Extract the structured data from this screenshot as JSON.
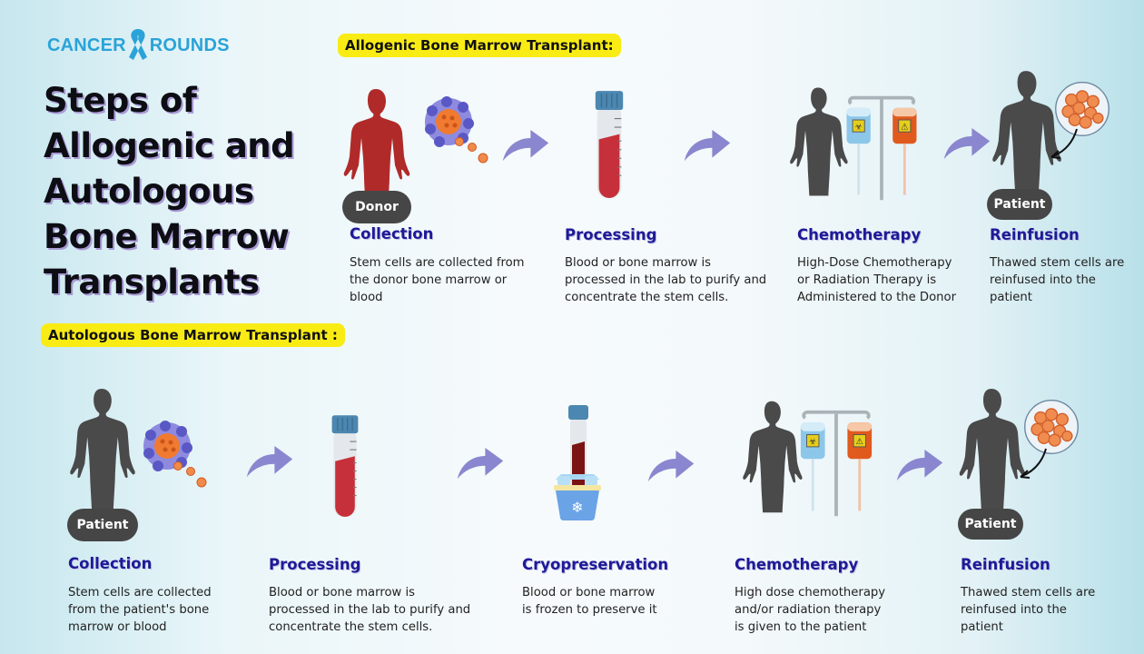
{
  "brand": {
    "left": "CANCER",
    "right": "ROUNDS",
    "icon": "awareness-ribbon-icon",
    "color": "#2aa3d8"
  },
  "title": {
    "lines": [
      "Steps of",
      "Allogenic and",
      "Autologous",
      "Bone Marrow",
      "Transplants"
    ]
  },
  "colors": {
    "step_title": "#1e1a96",
    "highlight": "#f9ec14",
    "arrow": "#8a86cf",
    "silhouette": "#4a4a4a",
    "donor": "#b02a2a"
  },
  "allogenic": {
    "label": "Allogenic Bone Marrow Transplant:",
    "steps": [
      {
        "title": "Collection",
        "desc": [
          "Stem cells are collected from",
          "the donor bone marrow or",
          "blood"
        ],
        "badge": "Donor",
        "icon": "donor-body-with-stem-cells"
      },
      {
        "title": "Processing",
        "desc": [
          "Blood or bone marrow is",
          "processed in the lab to purify and",
          "concentrate the stem cells."
        ],
        "icon": "test-tube"
      },
      {
        "title": "Chemotherapy",
        "desc": [
          "High-Dose Chemotherapy",
          "or Radiation Therapy is",
          "Administered to the Donor"
        ],
        "icon": "body-with-iv-bags"
      },
      {
        "title": "Reinfusion",
        "desc": [
          "Thawed stem cells are",
          "reinfused into the",
          "patient"
        ],
        "badge": "Patient",
        "icon": "patient-with-petri-dish"
      }
    ]
  },
  "autologous": {
    "label": "Autologous Bone Marrow Transplant :",
    "steps": [
      {
        "title": "Collection",
        "desc": [
          "Stem cells are collected",
          "from the patient's bone",
          "marrow or blood"
        ],
        "badge": "Patient",
        "icon": "patient-body-with-stem-cells"
      },
      {
        "title": "Processing",
        "desc": [
          "Blood or bone marrow is",
          "processed in the lab to purify and",
          "concentrate the stem cells."
        ],
        "icon": "test-tube"
      },
      {
        "title": "Cryopreservation",
        "desc": [
          "Blood or bone marrow",
          "is frozen to preserve it"
        ],
        "icon": "frozen-tube-in-ice"
      },
      {
        "title": "Chemotherapy",
        "desc": [
          "High dose chemotherapy",
          "and/or radiation therapy",
          "is given to the patient"
        ],
        "icon": "body-with-iv-bags"
      },
      {
        "title": "Reinfusion",
        "desc": [
          "Thawed stem cells are",
          "reinfused into the",
          "patient"
        ],
        "badge": "Patient",
        "icon": "patient-with-petri-dish"
      }
    ]
  }
}
